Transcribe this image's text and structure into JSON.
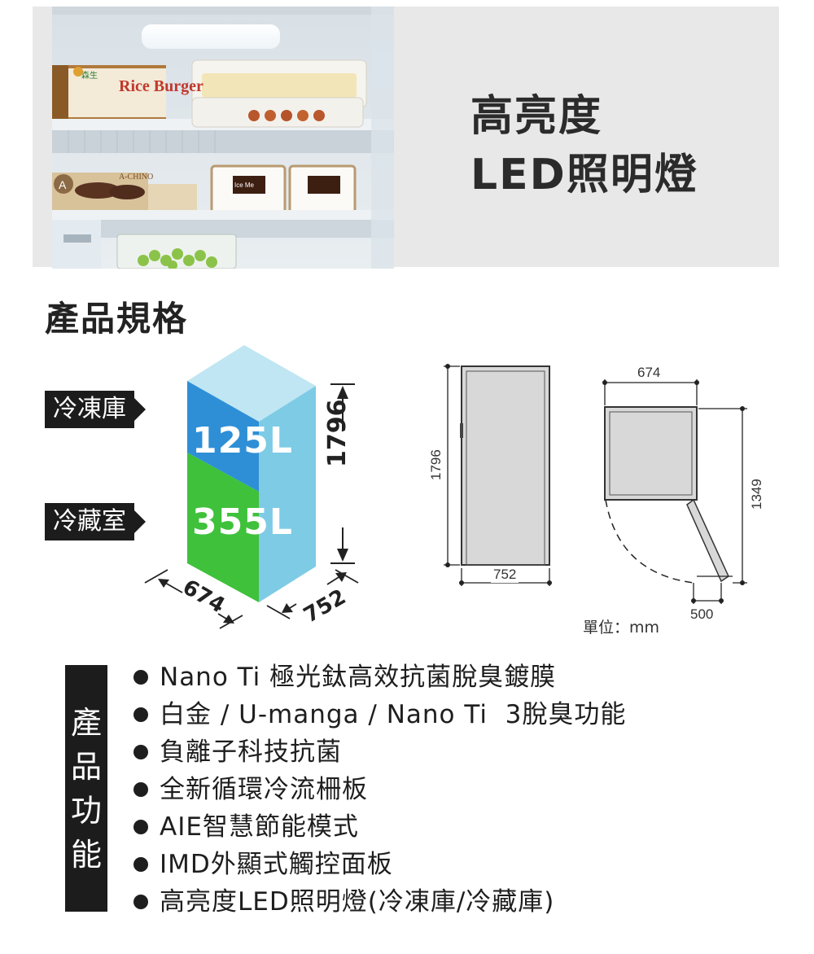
{
  "banner": {
    "title_line1": "高亮度",
    "title_line2": "LED照明燈",
    "photo": {
      "rice_burger_box_text": "Rice Burger",
      "box_small_text": "森生",
      "achino_text": "A-CHINO",
      "icecream_text": "Ice Me",
      "badge_letter": "A"
    }
  },
  "specs": {
    "heading": "產品規格",
    "freezer_tag": "冷凍庫",
    "fridge_tag": "冷藏室",
    "freezer_capacity": "125L",
    "fridge_capacity": "355L",
    "height_label": "1796",
    "width_label": "674",
    "depth_label": "752",
    "front_view": {
      "height": "1796",
      "width": "752"
    },
    "top_view": {
      "width": "674",
      "depth": "1349",
      "door_clearance": "500"
    },
    "unit": "單位：mm",
    "colors": {
      "freezer": "#2e8fd6",
      "fridge": "#3fc13b",
      "top_face": "#bfe6f2",
      "side_face": "#7ecbe6",
      "tag_bg": "#1c1c1c"
    }
  },
  "features": {
    "box_label": [
      "產",
      "品",
      "功",
      "能"
    ],
    "items": [
      "Nano Ti 極光鈦高效抗菌脫臭鍍膜",
      "白金 / U-manga / Nano Ti  3脫臭功能",
      "負離子科技抗菌",
      "全新循環冷流柵板",
      "AIE智慧節能模式",
      "IMD外顯式觸控面板",
      "高亮度LED照明燈(冷凍庫/冷藏庫)"
    ]
  }
}
